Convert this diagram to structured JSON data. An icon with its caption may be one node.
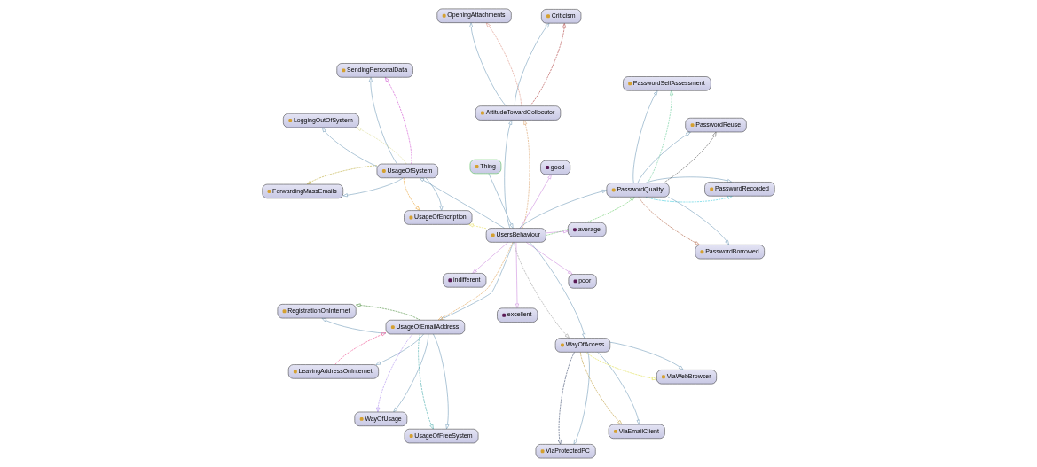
{
  "diagram": {
    "nodes": [
      {
        "text": [
          "Criticism"
        ]
      },
      {
        "text": [
          "Thing"
        ]
      },
      {
        "text": [
          "poor"
        ]
      },
      {
        "text": [
          "indifferent"
        ]
      },
      {
        "text": [
          "average"
        ]
      },
      {
        "text": [
          "good"
        ]
      },
      {
        "text": [
          "excellent"
        ]
      },
      {
        "text": [
          "OpeningAttachments"
        ]
      },
      {
        "text": [
          "PasswordRecorded"
        ]
      },
      {
        "text": [
          "AttitudeTowardCollocutor"
        ]
      },
      {
        "text": [
          "UsersBehaviour"
        ]
      },
      {
        "text": [
          "PasswordQuality"
        ]
      },
      {
        "text": [
          "PasswordBorrowed"
        ]
      },
      {
        "text": [
          "PasswordSelfAssessment"
        ]
      },
      {
        "text": [
          "WayOfAccess"
        ]
      },
      {
        "text": [
          "UsageOfEmailAddress"
        ]
      },
      {
        "text": [
          "PasswordReuse"
        ]
      },
      {
        "text": [
          "ViaEmailClient"
        ]
      },
      {
        "text": [
          "SendingPersonalData"
        ]
      },
      {
        "text": [
          "UsageOfSystem"
        ]
      },
      {
        "text": [
          "LeavingAddressOnInternet"
        ]
      },
      {
        "text": [
          "WayOfUsage"
        ]
      },
      {
        "text": [
          "ViaProtectedPC"
        ]
      },
      {
        "text": [
          "ForwardingMassEmails"
        ]
      },
      {
        "text": [
          "RegistrationOnInternet"
        ]
      },
      {
        "text": [
          "UsageOfFreeSystem"
        ]
      },
      {
        "text": [
          "UsageOfEncription"
        ]
      },
      {
        "text": [
          "LoggingOutOfSystem"
        ]
      },
      {
        "text": [
          "ViaWebBrowser"
        ]
      }
    ],
    "edges": [
      {
        "from": 1,
        "to": 10,
        "arrow": "to"
      },
      {
        "from": 10,
        "to": 2,
        "arrow": "to",
        "color": "#cc88dd"
      },
      {
        "from": 10,
        "to": 3,
        "arrow": "to",
        "color": "#cc88dd"
      },
      {
        "from": 10,
        "to": 4,
        "arrow": "to",
        "color": "#cc88dd"
      },
      {
        "from": 10,
        "to": 5,
        "arrow": "to",
        "color": "#cc88dd"
      },
      {
        "from": 10,
        "to": 6,
        "arrow": "to",
        "color": "#cc88dd"
      },
      {
        "from": 10,
        "to": 9,
        "arrow": "to"
      },
      {
        "from": 10,
        "to": 9,
        "arrow": "to",
        "style": "dashed",
        "color": "#d9a066"
      },
      {
        "from": 9,
        "to": 0,
        "arrow": "to"
      },
      {
        "from": 9,
        "to": 0,
        "arrow": "to",
        "style": "dashed",
        "color": "#aa3333"
      },
      {
        "from": 9,
        "to": 7,
        "arrow": "to"
      },
      {
        "from": 9,
        "to": 7,
        "arrow": "to",
        "style": "dashed",
        "color": "#d98a7a"
      },
      {
        "from": 10,
        "to": 11,
        "arrow": "to"
      },
      {
        "from": 10,
        "to": 11,
        "arrow": "to",
        "style": "dashed",
        "color": "#66cc66"
      },
      {
        "from": 11,
        "to": 8,
        "arrow": "to"
      },
      {
        "from": 11,
        "to": 8,
        "arrow": "to",
        "style": "dashed",
        "color": "#44ccdd"
      },
      {
        "from": 11,
        "to": 12,
        "arrow": "to"
      },
      {
        "from": 11,
        "to": 12,
        "arrow": "to",
        "style": "dashed",
        "color": "#aa5533"
      },
      {
        "from": 11,
        "to": 13,
        "arrow": "to"
      },
      {
        "from": 11,
        "to": 13,
        "arrow": "to",
        "style": "dashed",
        "color": "#66cc99"
      },
      {
        "from": 11,
        "to": 16,
        "arrow": "to"
      },
      {
        "from": 11,
        "to": 16,
        "arrow": "to",
        "style": "dashed",
        "color": "#555555"
      },
      {
        "from": 10,
        "to": 14,
        "arrow": "to"
      },
      {
        "from": 10,
        "to": 14,
        "arrow": "to",
        "style": "dashed",
        "color": "#999999"
      },
      {
        "from": 14,
        "to": 17,
        "arrow": "to"
      },
      {
        "from": 14,
        "to": 17,
        "arrow": "to",
        "style": "dashed",
        "color": "#bb9933"
      },
      {
        "from": 14,
        "to": 22,
        "arrow": "to"
      },
      {
        "from": 14,
        "to": 22,
        "arrow": "to",
        "style": "dashed",
        "color": "#334466"
      },
      {
        "from": 14,
        "to": 28,
        "arrow": "to"
      },
      {
        "from": 14,
        "to": 28,
        "arrow": "to",
        "style": "dashed",
        "color": "#dddd44"
      },
      {
        "from": 10,
        "to": 15,
        "arrow": "to"
      },
      {
        "from": 10,
        "to": 15,
        "arrow": "to",
        "style": "dashed",
        "color": "#e0a050"
      },
      {
        "from": 15,
        "to": 20,
        "arrow": "to"
      },
      {
        "from": 20,
        "to": 15,
        "arrow": "to",
        "style": "dashed",
        "color": "#ee4488"
      },
      {
        "from": 15,
        "to": 24,
        "arrow": "to"
      },
      {
        "from": 15,
        "to": 24,
        "arrow": "to",
        "style": "dashed",
        "color": "#448833"
      },
      {
        "from": 15,
        "to": 21,
        "arrow": "to"
      },
      {
        "from": 15,
        "to": 21,
        "arrow": "to",
        "style": "dashed",
        "color": "#aa88ee"
      },
      {
        "from": 15,
        "to": 25,
        "arrow": "to"
      },
      {
        "from": 15,
        "to": 25,
        "arrow": "to",
        "style": "dashed",
        "color": "#44aaaa"
      },
      {
        "from": 10,
        "to": 19,
        "arrow": "to"
      },
      {
        "from": 10,
        "to": 26,
        "arrow": "to",
        "style": "dashed",
        "color": "#e8e060"
      },
      {
        "from": 19,
        "to": 18,
        "arrow": "to"
      },
      {
        "from": 19,
        "to": 18,
        "arrow": "to",
        "style": "dashed",
        "color": "#cc44cc"
      },
      {
        "from": 19,
        "to": 23,
        "arrow": "to"
      },
      {
        "from": 19,
        "to": 23,
        "arrow": "to",
        "style": "dashed",
        "color": "#bbaa33"
      },
      {
        "from": 19,
        "to": 26,
        "arrow": "to"
      },
      {
        "from": 19,
        "to": 26,
        "arrow": "to",
        "style": "dashed",
        "color": "#e8a030"
      },
      {
        "from": 19,
        "to": 27,
        "arrow": "to"
      },
      {
        "from": 19,
        "to": 27,
        "arrow": "to",
        "style": "dashed",
        "color": "#dddd99"
      }
    ]
  }
}
